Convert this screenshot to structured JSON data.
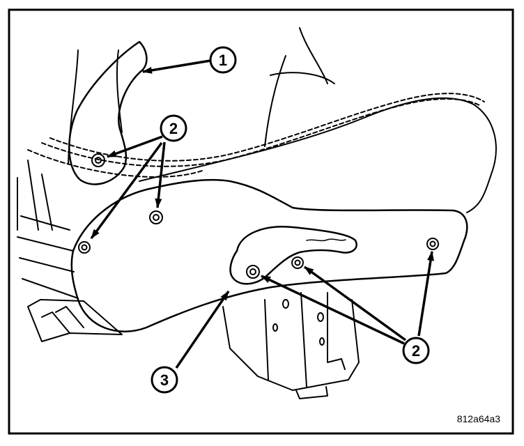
{
  "figure": {
    "code": "812a64a3",
    "callouts": [
      {
        "id": "callout-1",
        "label": "1",
        "part": "seat back recliner arm"
      },
      {
        "id": "callout-2a",
        "label": "2",
        "part": "screws"
      },
      {
        "id": "callout-2b",
        "label": "2",
        "part": "screws"
      },
      {
        "id": "callout-3",
        "label": "3",
        "part": "seat shield"
      }
    ]
  },
  "colors": {
    "line": "#000000",
    "background": "#ffffff"
  }
}
